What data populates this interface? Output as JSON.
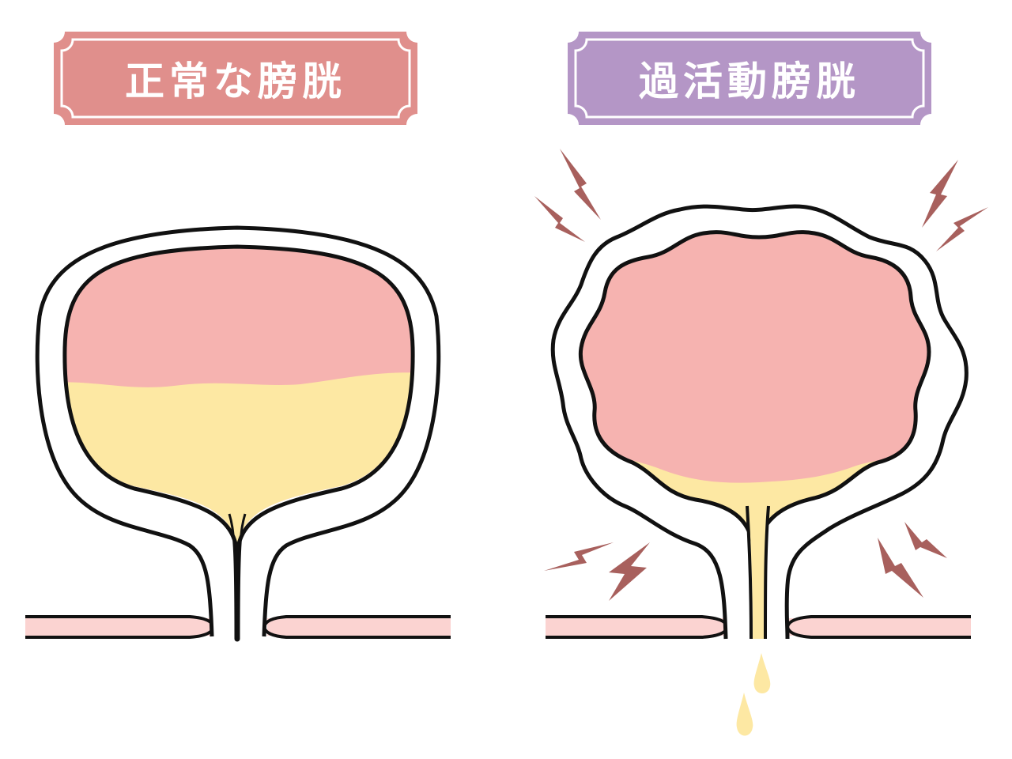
{
  "panels": [
    {
      "id": "normal",
      "title": "正常な膀胱",
      "title_bg": "#e08f8c",
      "state": "normal bladder, partially filled with urine, outlet closed"
    },
    {
      "id": "overactive",
      "title": "過活動膀胱",
      "title_bg": "#b496c6",
      "state": "overactive bladder, contracting with wavy wall, urine leaking as drops",
      "alert_marks": 8,
      "drops": 2
    }
  ],
  "colors": {
    "bladder_air": "#f6b3b0",
    "urine": "#fde8a3",
    "outline": "#111111",
    "muscle_band": "#fbd3d1",
    "lightning": "#a8605d",
    "label_text": "#ffffff"
  }
}
